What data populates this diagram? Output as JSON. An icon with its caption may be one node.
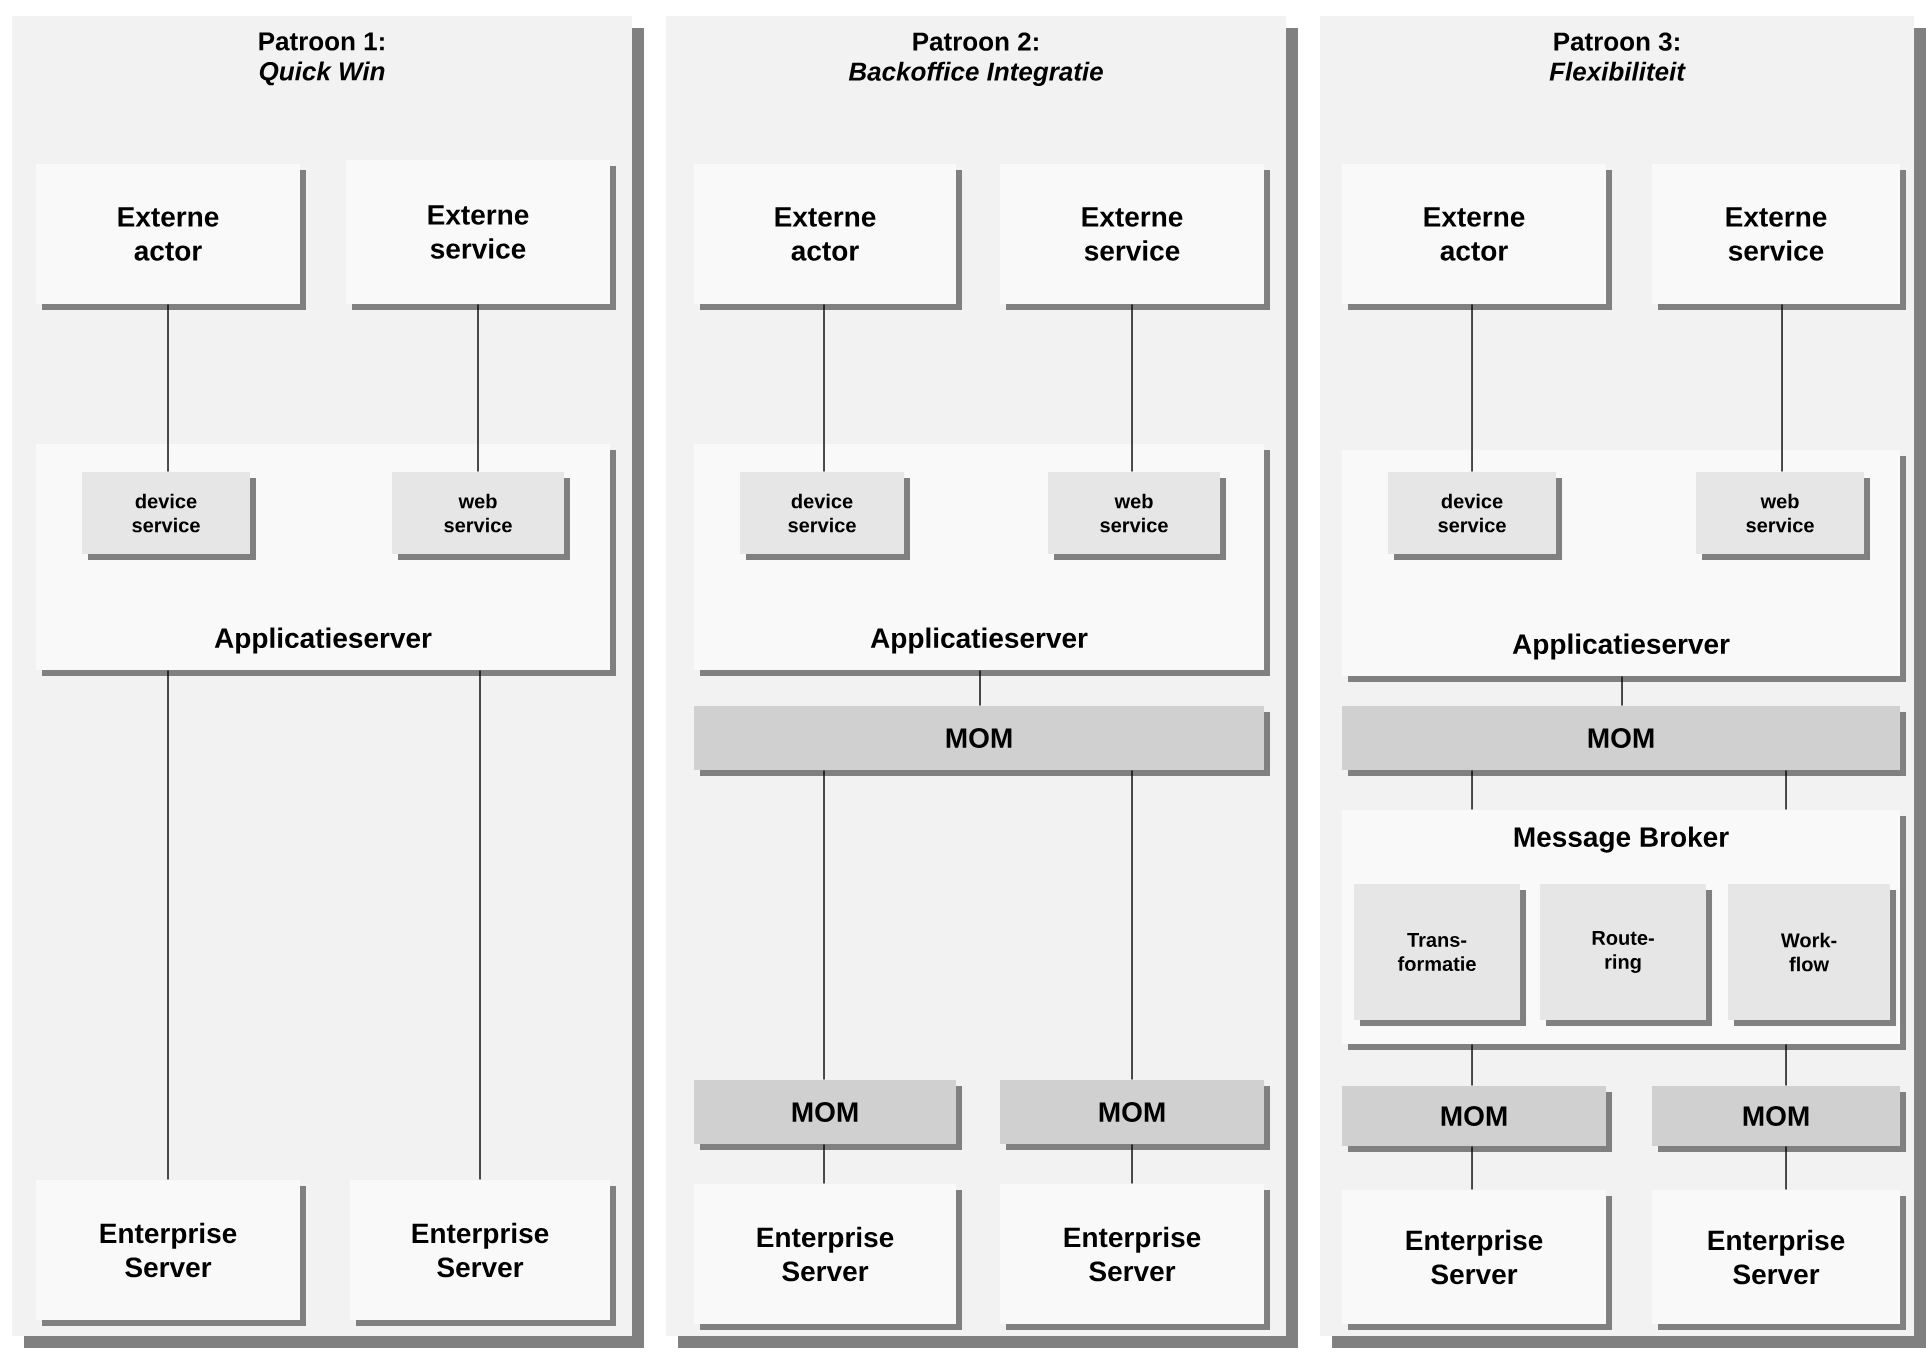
{
  "diagram": {
    "nodes": [
      {
        "text": [
          "Patroon 1:",
          "Quick Win"
        ]
      },
      {
        "text": [
          "Externe actor"
        ],
        "in": 0
      },
      {
        "text": [
          "Externe service"
        ],
        "in": 0
      },
      {
        "text": [
          "Applicatieserver"
        ],
        "in": 0
      },
      {
        "text": [
          "device service"
        ],
        "in": 3
      },
      {
        "text": [
          "web service"
        ],
        "in": 3
      },
      {
        "text": [
          "Enterprise Server"
        ],
        "in": 0
      },
      {
        "text": [
          "Enterprise Server"
        ],
        "in": 0
      },
      {
        "text": [
          "Patroon 2:",
          "Backoffice Integratie"
        ]
      },
      {
        "text": [
          "Externe actor"
        ],
        "in": 8
      },
      {
        "text": [
          "Externe service"
        ],
        "in": 8
      },
      {
        "text": [
          "Applicatieserver"
        ],
        "in": 8
      },
      {
        "text": [
          "device service"
        ],
        "in": 11
      },
      {
        "text": [
          "web service"
        ],
        "in": 11
      },
      {
        "text": [
          "MOM"
        ],
        "in": 8
      },
      {
        "text": [
          "MOM"
        ],
        "in": 8
      },
      {
        "text": [
          "MOM"
        ],
        "in": 8
      },
      {
        "text": [
          "Enterprise Server"
        ],
        "in": 8
      },
      {
        "text": [
          "Enterprise Server"
        ],
        "in": 8
      },
      {
        "text": [
          "Patroon 3:",
          "Flexibiliteit"
        ]
      },
      {
        "text": [
          "Externe actor"
        ],
        "in": 19
      },
      {
        "text": [
          "Externe service"
        ],
        "in": 19
      },
      {
        "text": [
          "Applicatieserver"
        ],
        "in": 19
      },
      {
        "text": [
          "device service"
        ],
        "in": 22
      },
      {
        "text": [
          "web service"
        ],
        "in": 22
      },
      {
        "text": [
          "MOM"
        ],
        "in": 19
      },
      {
        "text": [
          "Message Broker"
        ],
        "in": 19
      },
      {
        "text": [
          "Trans- formatie"
        ],
        "in": 26
      },
      {
        "text": [
          "Route- ring"
        ],
        "in": 26
      },
      {
        "text": [
          "Work- flow"
        ],
        "in": 26
      },
      {
        "text": [
          "MOM"
        ],
        "in": 19
      },
      {
        "text": [
          "MOM"
        ],
        "in": 19
      },
      {
        "text": [
          "Enterprise Server"
        ],
        "in": 19
      },
      {
        "text": [
          "Enterprise Server"
        ],
        "in": 19
      }
    ],
    "edges": [
      {
        "from": 1,
        "to": 4,
        "arrow": "none"
      },
      {
        "from": 2,
        "to": 5,
        "arrow": "none"
      },
      {
        "from": 3,
        "to": 6,
        "arrow": "none"
      },
      {
        "from": 3,
        "to": 7,
        "arrow": "none"
      },
      {
        "from": 9,
        "to": 12,
        "arrow": "none"
      },
      {
        "from": 10,
        "to": 13,
        "arrow": "none"
      },
      {
        "from": 11,
        "to": 14,
        "arrow": "none"
      },
      {
        "from": 14,
        "to": 15,
        "arrow": "none"
      },
      {
        "from": 14,
        "to": 16,
        "arrow": "none"
      },
      {
        "from": 15,
        "to": 17,
        "arrow": "none"
      },
      {
        "from": 16,
        "to": 18,
        "arrow": "none"
      },
      {
        "from": 20,
        "to": 23,
        "arrow": "none"
      },
      {
        "from": 21,
        "to": 24,
        "arrow": "none"
      },
      {
        "from": 22,
        "to": 25,
        "arrow": "none"
      },
      {
        "from": 25,
        "to": 26,
        "arrow": "none"
      },
      {
        "from": 25,
        "to": 26,
        "arrow": "none"
      },
      {
        "from": 26,
        "to": 30,
        "arrow": "none"
      },
      {
        "from": 26,
        "to": 31,
        "arrow": "none"
      },
      {
        "from": 30,
        "to": 32,
        "arrow": "none"
      },
      {
        "from": 31,
        "to": 33,
        "arrow": "none"
      }
    ]
  }
}
